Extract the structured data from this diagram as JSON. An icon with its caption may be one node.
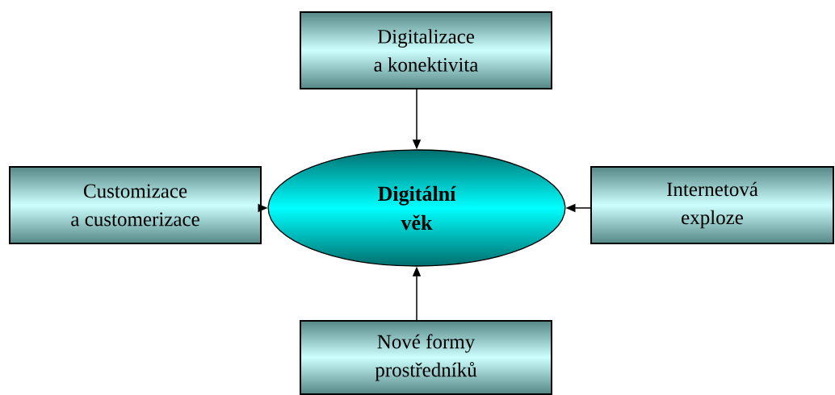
{
  "diagram": {
    "nodes": [
      {
        "text": [
          "Digitalizace a konektivita"
        ]
      },
      {
        "text": [
          "Customizace a customerizace"
        ]
      },
      {
        "text": [
          "Digitální věk"
        ]
      },
      {
        "text": [
          "Internetová exploze"
        ]
      },
      {
        "text": [
          "Nové formy prostředníků"
        ]
      }
    ],
    "edges": [
      {
        "from": 0,
        "to": 2,
        "arrow": "to"
      },
      {
        "from": 1,
        "to": 2,
        "arrow": "to"
      },
      {
        "from": 3,
        "to": 2,
        "arrow": "to"
      },
      {
        "from": 4,
        "to": 2,
        "arrow": "to"
      }
    ]
  }
}
